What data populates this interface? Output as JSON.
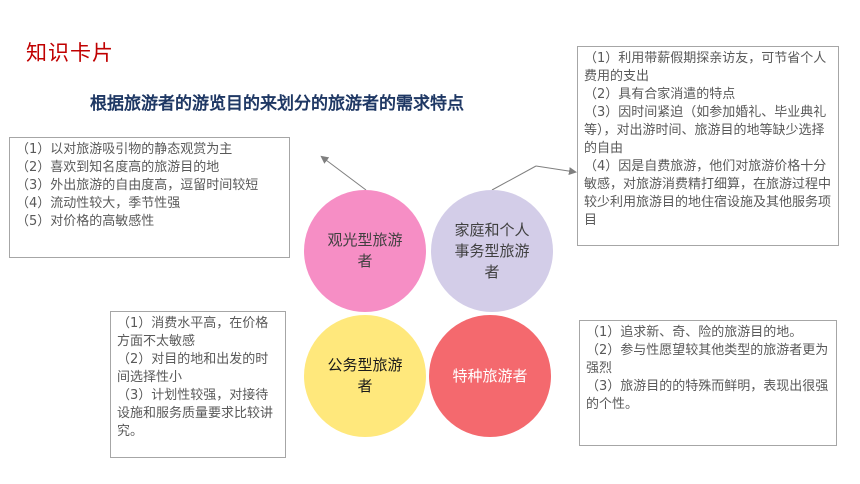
{
  "header": {
    "tag": "知识卡片",
    "title": "根据旅游者的游览目的来划分的旅游者的需求特点"
  },
  "circles": {
    "sightseeing": "观光型旅游者",
    "family": "家庭和个人事务型旅游者",
    "business": "公务型旅游者",
    "special": "特种旅游者"
  },
  "boxes": {
    "sightseeing": [
      "（1）以对旅游吸引物的静态观赏为主",
      "（2）喜欢到知名度高的旅游目的地",
      "（3）外出旅游的自由度高，逗留时间较短",
      "（4）流动性较大，季节性强",
      "（5）对价格的高敏感性"
    ],
    "family": [
      "（1）利用带薪假期探亲访友，可节省个人费用的支出",
      "（2）具有合家消遣的特点",
      "（3）因时间紧迫（如参加婚礼、毕业典礼等），对出游时间、旅游目的地等缺少选择的自由",
      "（4）因是自费旅游，他们对旅游价格十分敏感，对旅游消费精打细算，在旅游过程中较少利用旅游目的地住宿设施及其他服务项目"
    ],
    "business": [
      "（1）消费水平高，在价格方面不太敏感",
      "（2）对目的地和出发的时间选择性小",
      "（3）计划性较强，对接待设施和服务质量要求比较讲究。"
    ],
    "special": [
      "（1）追求新、奇、险的旅游目的地。",
      "（2）参与性愿望较其他类型的旅游者更为强烈",
      "（3）旅游目的的特殊而鲜明，表现出很强的个性。"
    ]
  },
  "colors": {
    "tag": "#c00000",
    "title": "#1f3864",
    "sightseeing": "#f68ec5",
    "family": "#d3cde8",
    "business": "#ffe87c",
    "special": "#f4696e"
  }
}
